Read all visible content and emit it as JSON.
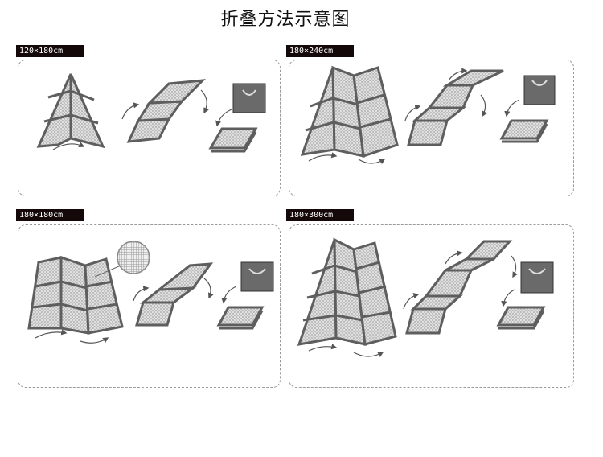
{
  "title": "折叠方法示意图",
  "sections": [
    {
      "size_label": "120×180cm",
      "panels": 2
    },
    {
      "size_label": "180×240cm",
      "panels": 3
    },
    {
      "size_label": "180×180cm",
      "panels": 3
    },
    {
      "size_label": "180×300cm",
      "panels": 3
    }
  ],
  "colors": {
    "frame": "#5e5e5e",
    "mesh": "#d9d9d9",
    "bag": "#6a6a6a",
    "arrow": "#555555"
  },
  "icons": [
    "folding-mat-icon",
    "folded-mat-icon",
    "mat-stack-icon",
    "storage-bag-icon",
    "curved-arrow-icon",
    "magnifier-detail-icon"
  ]
}
